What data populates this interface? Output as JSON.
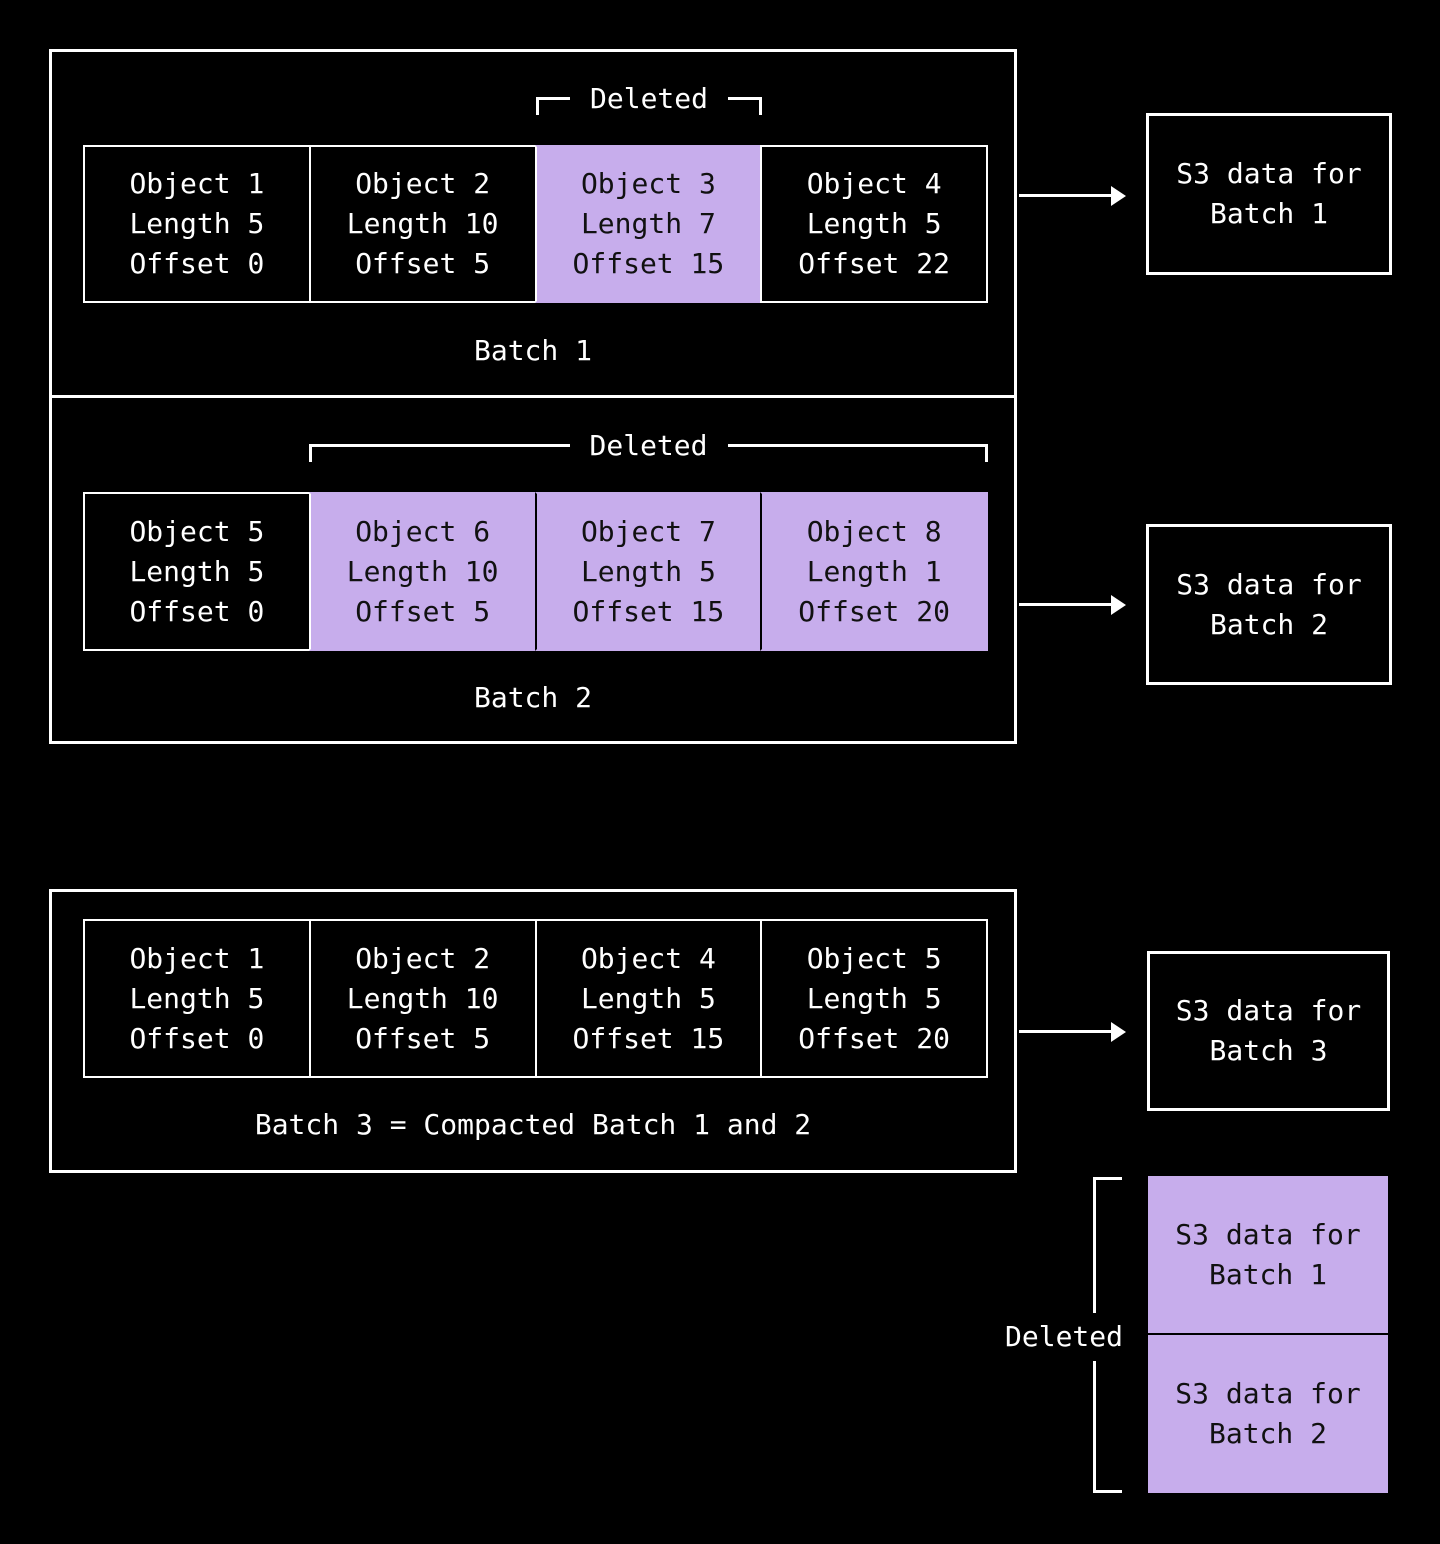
{
  "palette": {
    "background": "#000000",
    "stroke": "#ffffff",
    "highlight_fill": "#c7adec",
    "highlight_text": "#111111"
  },
  "batches": [
    {
      "caption": "Batch 1",
      "deleted_label": "Deleted",
      "cells": [
        {
          "object": "Object 1",
          "length": "Length 5",
          "offset": "Offset 0"
        },
        {
          "object": "Object 2",
          "length": "Length 10",
          "offset": "Offset 5"
        },
        {
          "object": "Object 3",
          "length": "Length 7",
          "offset": "Offset 15"
        },
        {
          "object": "Object 4",
          "length": "Length 5",
          "offset": "Offset 22"
        }
      ]
    },
    {
      "caption": "Batch 2",
      "deleted_label": "Deleted",
      "cells": [
        {
          "object": "Object 5",
          "length": "Length 5",
          "offset": "Offset 0"
        },
        {
          "object": "Object 6",
          "length": "Length 10",
          "offset": "Offset 5"
        },
        {
          "object": "Object 7",
          "length": "Length 5",
          "offset": "Offset 15"
        },
        {
          "object": "Object 8",
          "length": "Length 1",
          "offset": "Offset 20"
        }
      ]
    },
    {
      "caption": "Batch 3 = Compacted Batch 1 and 2",
      "cells": [
        {
          "object": "Object 1",
          "length": "Length 5",
          "offset": "Offset 0"
        },
        {
          "object": "Object 2",
          "length": "Length 10",
          "offset": "Offset 5"
        },
        {
          "object": "Object 4",
          "length": "Length 5",
          "offset": "Offset 15"
        },
        {
          "object": "Object 5",
          "length": "Length 5",
          "offset": "Offset 20"
        }
      ]
    }
  ],
  "s3_boxes": [
    {
      "line1": "S3 data for",
      "line2": "Batch 1"
    },
    {
      "line1": "S3 data for",
      "line2": "Batch 2"
    },
    {
      "line1": "S3 data for",
      "line2": "Batch 3"
    }
  ],
  "deleted_s3": {
    "label": "Deleted",
    "boxes": [
      {
        "line1": "S3 data for",
        "line2": "Batch 1"
      },
      {
        "line1": "S3 data for",
        "line2": "Batch 2"
      }
    ]
  }
}
